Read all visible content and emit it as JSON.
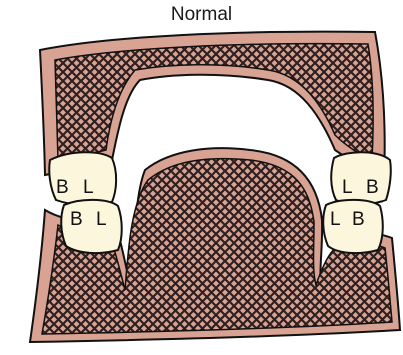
{
  "title": "Normal",
  "labels": {
    "buccal": "B",
    "lingual": "L"
  },
  "colors": {
    "gum": "#d9a394",
    "bone_hatch": "#3a2a2a",
    "tooth": "#fbf6dc",
    "outline": "#111111"
  }
}
